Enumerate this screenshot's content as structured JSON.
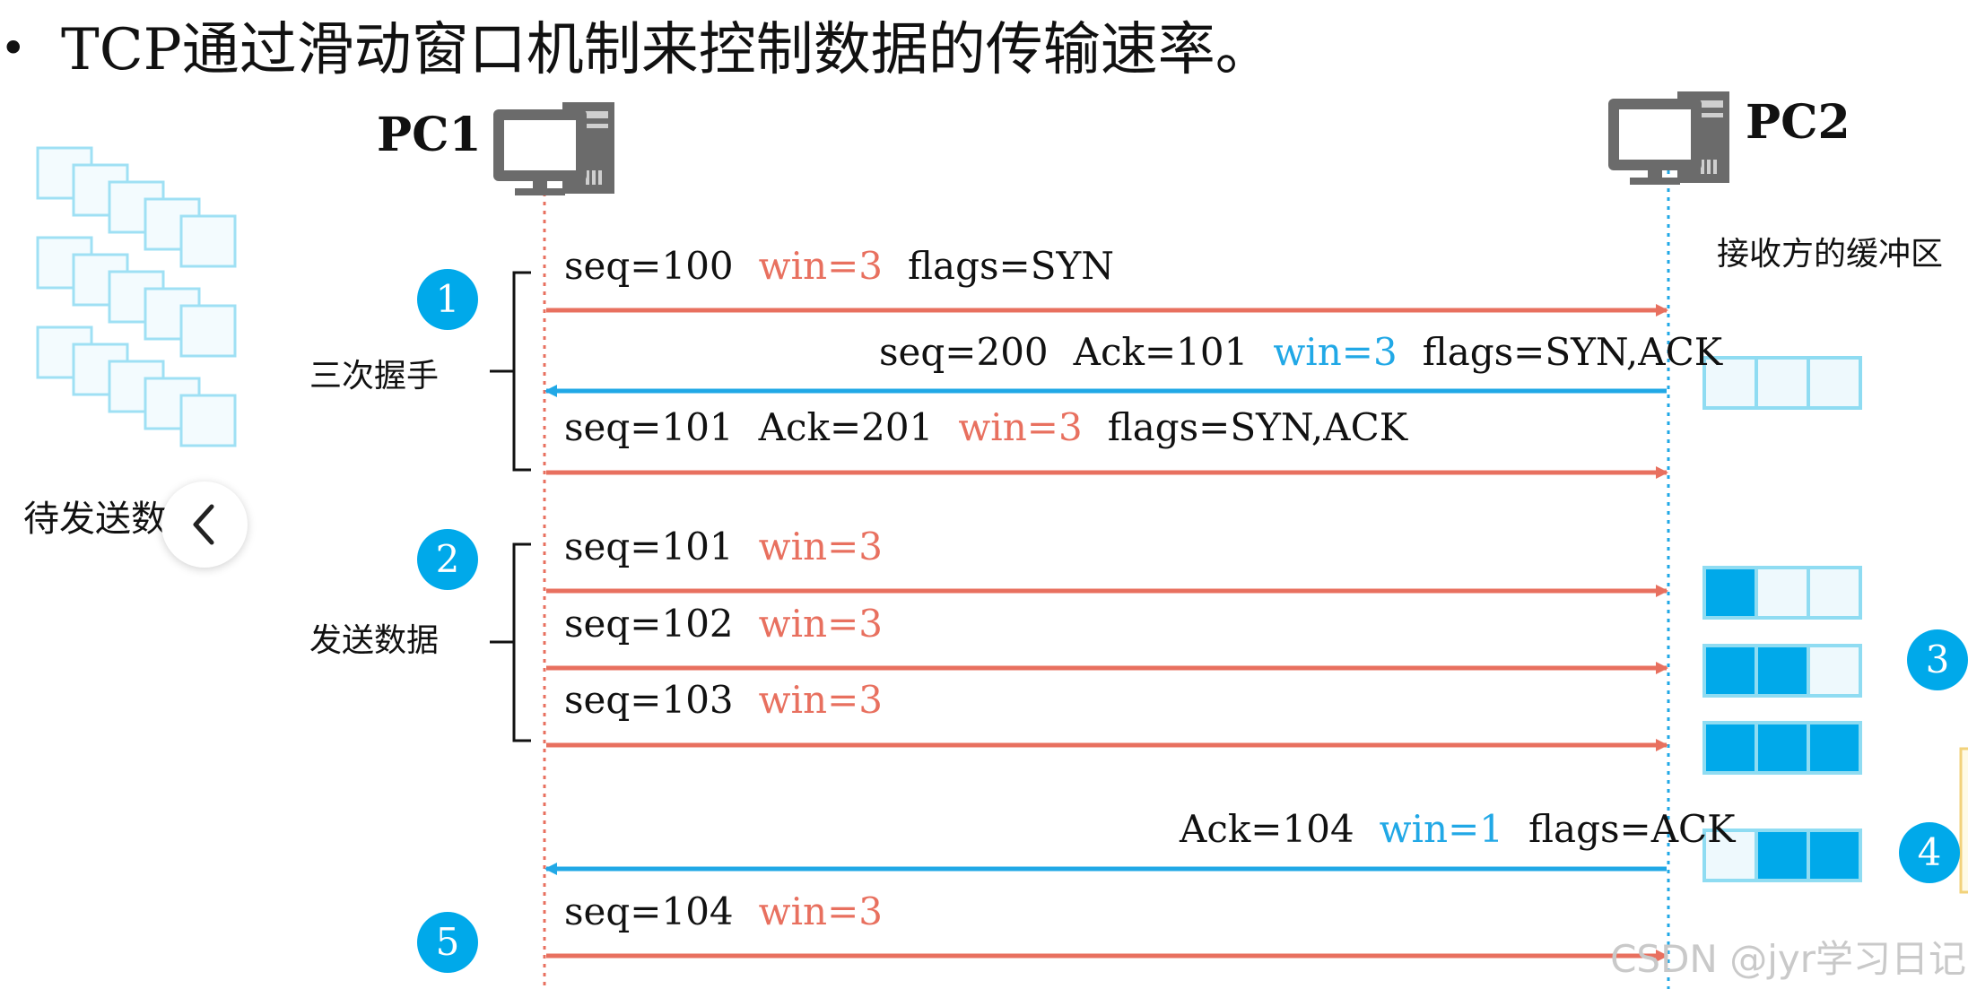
{
  "title": {
    "bullet": "•",
    "text": "TCP通过滑动窗口机制来控制数据的传输速率。"
  },
  "pc1": {
    "label": "PC1"
  },
  "pc2": {
    "label": "PC2"
  },
  "pending_data_label": "待发送数",
  "receiver_buffer_label": "接收方的缓冲区",
  "groups": {
    "handshake": "三次握手",
    "send_data": "发送数据"
  },
  "steps": [
    "1",
    "2",
    "3",
    "4",
    "5"
  ],
  "messages": [
    {
      "direction": "right",
      "parts": [
        {
          "text": "seq=100",
          "color": "black"
        },
        {
          "text": "win=3",
          "color": "red"
        },
        {
          "text": "flags=SYN",
          "color": "black"
        }
      ]
    },
    {
      "direction": "left",
      "parts": [
        {
          "text": "seq=200",
          "color": "black"
        },
        {
          "text": "Ack=101",
          "color": "black"
        },
        {
          "text": "win=3",
          "color": "blue"
        },
        {
          "text": "flags=SYN,ACK",
          "color": "black"
        }
      ]
    },
    {
      "direction": "right",
      "parts": [
        {
          "text": "seq=101",
          "color": "black"
        },
        {
          "text": "Ack=201",
          "color": "black"
        },
        {
          "text": "win=3",
          "color": "red"
        },
        {
          "text": "flags=SYN,ACK",
          "color": "black"
        }
      ]
    },
    {
      "direction": "right",
      "parts": [
        {
          "text": "seq=101",
          "color": "black"
        },
        {
          "text": "win=3",
          "color": "red"
        }
      ]
    },
    {
      "direction": "right",
      "parts": [
        {
          "text": "seq=102",
          "color": "black"
        },
        {
          "text": "win=3",
          "color": "red"
        }
      ]
    },
    {
      "direction": "right",
      "parts": [
        {
          "text": "seq=103",
          "color": "black"
        },
        {
          "text": "win=3",
          "color": "red"
        }
      ]
    },
    {
      "direction": "left",
      "parts": [
        {
          "text": "Ack=104",
          "color": "black"
        },
        {
          "text": "win=1",
          "color": "blue"
        },
        {
          "text": "flags=ACK",
          "color": "black"
        }
      ]
    },
    {
      "direction": "right",
      "parts": [
        {
          "text": "seq=104",
          "color": "black"
        },
        {
          "text": "win=3",
          "color": "red"
        }
      ]
    }
  ],
  "buffers": [
    {
      "filled": [
        false,
        false,
        false
      ]
    },
    {
      "filled": [
        true,
        false,
        false
      ]
    },
    {
      "filled": [
        true,
        true,
        false
      ]
    },
    {
      "filled": [
        true,
        true,
        true
      ]
    },
    {
      "filled": [
        false,
        true,
        true
      ]
    }
  ],
  "watermark": "CSDN @jyr学习日记",
  "colors": {
    "red": "#e8705f",
    "blue": "#21a8e6",
    "accent": "#00a9ea",
    "buffer_border": "#8fdcf2",
    "buffer_empty": "#eef9fd",
    "buffer_filled": "#00a9ea",
    "pending_block": "#9fe0f4"
  },
  "icons": {
    "pc": "desktop-computer-icon",
    "back": "chevron-left-icon"
  }
}
